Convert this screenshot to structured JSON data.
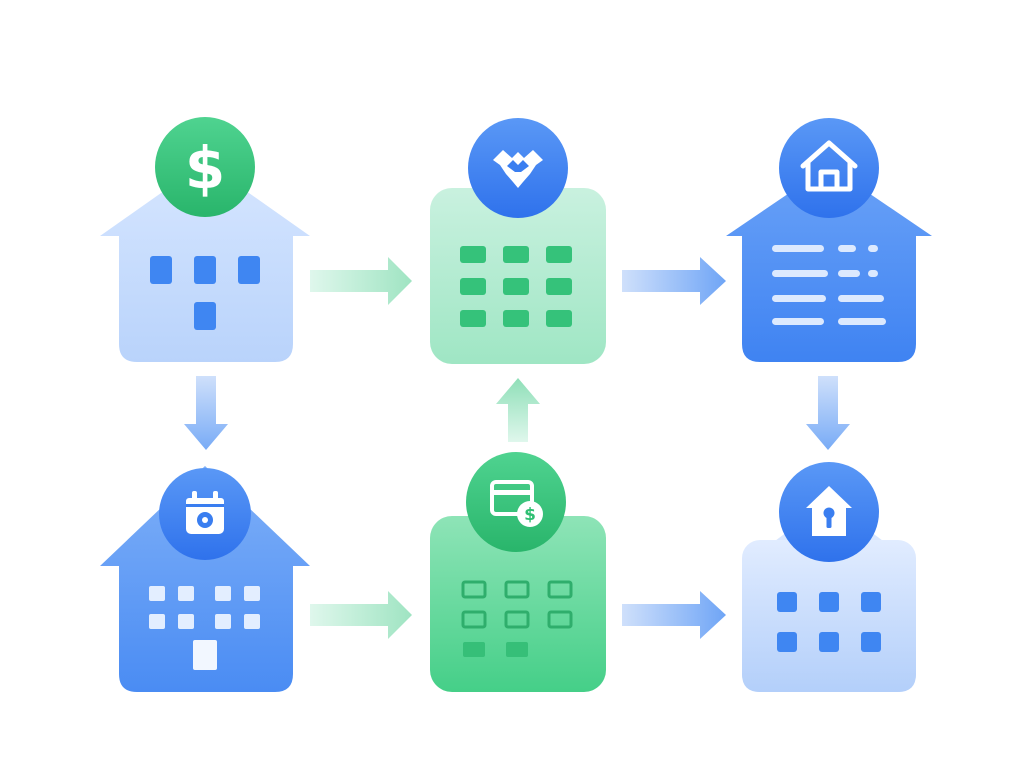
{
  "diagram": {
    "nodes": [
      {
        "id": "top-left-building",
        "badge_icon": "dollar-sign-icon",
        "badge_glyph": "$"
      },
      {
        "id": "top-middle-building",
        "badge_icon": "handshake-icon",
        "badge_glyph": ""
      },
      {
        "id": "top-right-building",
        "badge_icon": "home-icon",
        "badge_glyph": ""
      },
      {
        "id": "bottom-left-building",
        "badge_icon": "calendar-icon",
        "badge_glyph": ""
      },
      {
        "id": "bottom-middle-building",
        "badge_icon": "payment-card-icon",
        "badge_glyph": "$"
      },
      {
        "id": "bottom-right-building",
        "badge_icon": "house-lock-icon",
        "badge_glyph": ""
      }
    ],
    "edges": [
      {
        "from": "top-left-building",
        "to": "top-middle-building"
      },
      {
        "from": "top-middle-building",
        "to": "top-right-building"
      },
      {
        "from": "top-left-building",
        "to": "bottom-left-building"
      },
      {
        "from": "top-right-building",
        "to": "bottom-right-building"
      },
      {
        "from": "bottom-middle-building",
        "to": "top-middle-building"
      },
      {
        "from": "bottom-left-building",
        "to": "bottom-middle-building"
      },
      {
        "from": "bottom-middle-building",
        "to": "bottom-right-building"
      }
    ],
    "colors": {
      "blue_light": "#dbe9ff",
      "blue_mid": "#a9c8fb",
      "blue_dark": "#4f8ef5",
      "blue_badge": "#3a7ef0",
      "green_light": "#d4f5e6",
      "green_mid": "#8fe0b9",
      "green_dark": "#3fcf86",
      "green_badge": "#2fbf72",
      "window_blue": "#3f86f2",
      "window_green": "#35c27a"
    }
  }
}
